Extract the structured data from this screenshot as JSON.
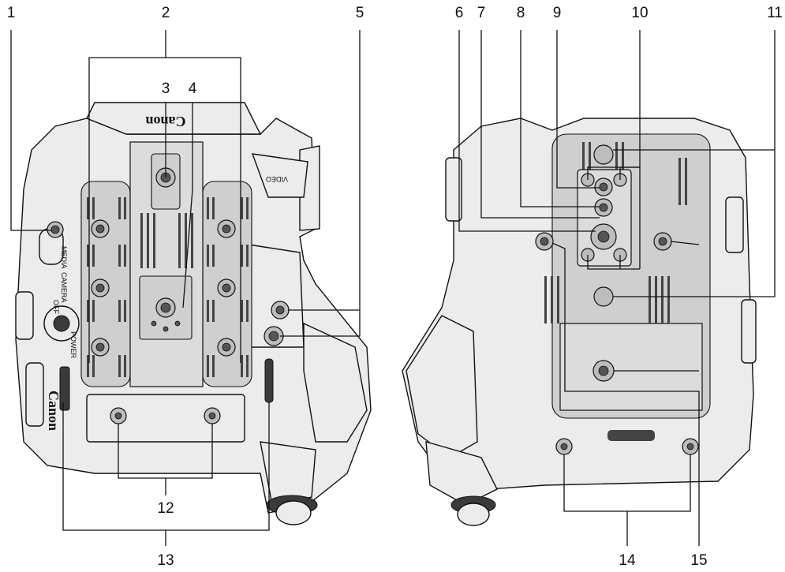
{
  "callouts": [
    "1",
    "2",
    "3",
    "4",
    "5",
    "6",
    "7",
    "8",
    "9",
    "10",
    "11",
    "12",
    "13",
    "14",
    "15"
  ],
  "camera_text": {
    "brand_top": "Canon",
    "brand_side": "Canon",
    "video": "VIDEO",
    "power": "POWER",
    "media": "MEDIA",
    "camera": "CAMERA",
    "off": "OFF"
  }
}
